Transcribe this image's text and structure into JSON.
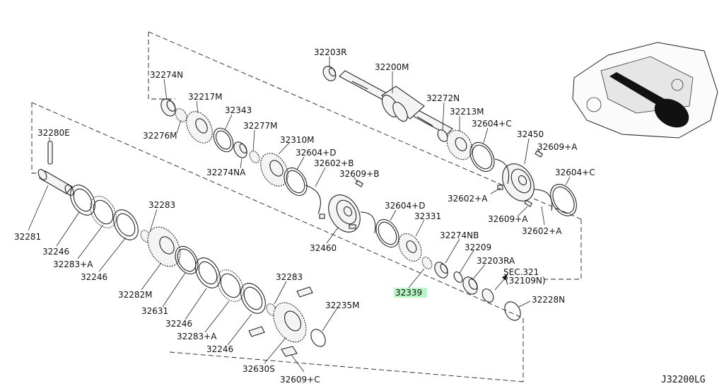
{
  "diagram_code": "J32200LG",
  "highlight_color": "#b8f5c4",
  "sec_ref": {
    "line1": "SEC.321",
    "line2": "(32109N)"
  },
  "labels": {
    "l32203R": "32203R",
    "l32200M": "32200M",
    "l32274N": "32274N",
    "l32217M": "32217M",
    "l32343": "32343",
    "l32272N": "32272N",
    "l32213M": "32213M",
    "l32604C_1": "32604+C",
    "l32450": "32450",
    "l32276M": "32276M",
    "l32277M": "32277M",
    "l32609A_1": "32609+A",
    "l32310M": "32310M",
    "l32280E": "32280E",
    "l32604D_1": "32604+D",
    "l32274NA": "32274NA",
    "l32602B": "32602+B",
    "l32609B": "32609+B",
    "l32604C_2": "32604+C",
    "l32602A_1": "32602+A",
    "l32609A_2": "32609+A",
    "l32602A_2": "32602+A",
    "l32283_1": "32283",
    "l32604D_2": "32604+D",
    "l32331": "32331",
    "l32281": "32281",
    "l32246_1": "32246",
    "l32283A_1": "32283+A",
    "l32246_2": "32246",
    "l32460": "32460",
    "l32274NB": "32274NB",
    "l32209": "32209",
    "l32203RA": "32203RA",
    "l32282M": "32282M",
    "l32339": "32339",
    "l32631": "32631",
    "l32283_2": "32283",
    "l32235M": "32235M",
    "l32228N": "32228N",
    "l32246_3": "32246",
    "l32283A_2": "32283+A",
    "l32246_4": "32246",
    "l32630S": "32630S",
    "l32609C": "32609+C"
  }
}
